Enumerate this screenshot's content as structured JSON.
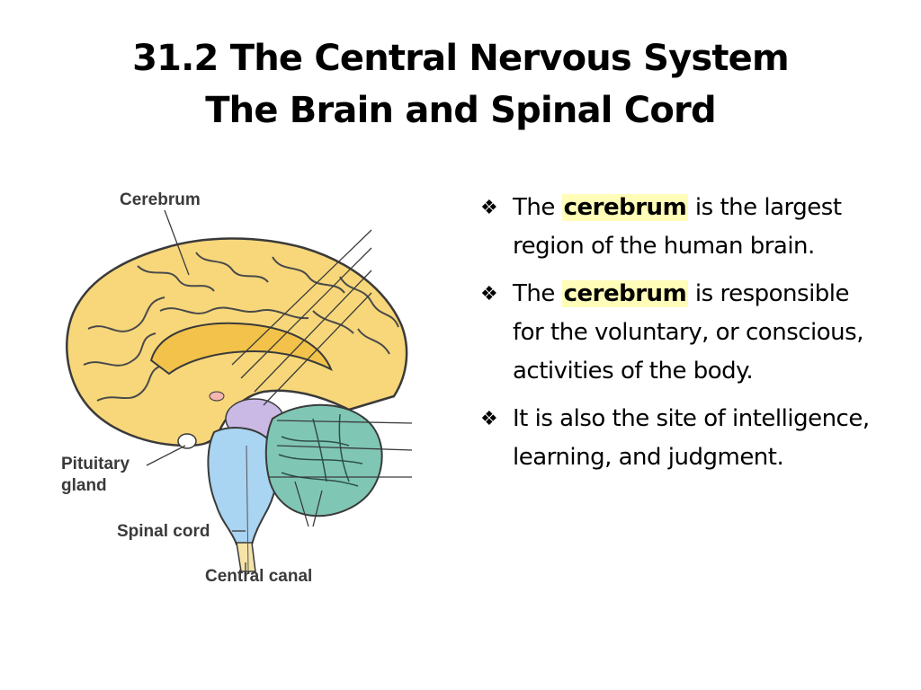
{
  "slide": {
    "title_line1": "31.2 The Central Nervous System",
    "title_line2": "The Brain and Spinal Cord"
  },
  "figure": {
    "labels": {
      "cerebrum": "Cerebrum",
      "pituitary_line1": "Pituitary",
      "pituitary_line2": "gland",
      "spinal_cord": "Spinal cord",
      "central_canal": "Central canal"
    },
    "colors": {
      "cerebrum_fill": "#f7d77a",
      "cerebrum_stroke": "#3a3a3a",
      "cerebellum_fill": "#7fc6b5",
      "brainstem_fill": "#a9d4f2",
      "thalamus_fill": "#c9b9e4"
    }
  },
  "bullets": [
    {
      "pre": "The ",
      "highlight": "cerebrum",
      "post": " is the largest region of the human brain."
    },
    {
      "pre": "The ",
      "highlight": "cerebrum",
      "post": " is responsible for the voluntary, or conscious, activities of the body."
    },
    {
      "pre": "It is also the site of intelligence, learning, and judgment.",
      "highlight": "",
      "post": ""
    }
  ],
  "bullet_symbol": "❖",
  "icons": {
    "bullet": "four-diamond-bullet-icon"
  }
}
